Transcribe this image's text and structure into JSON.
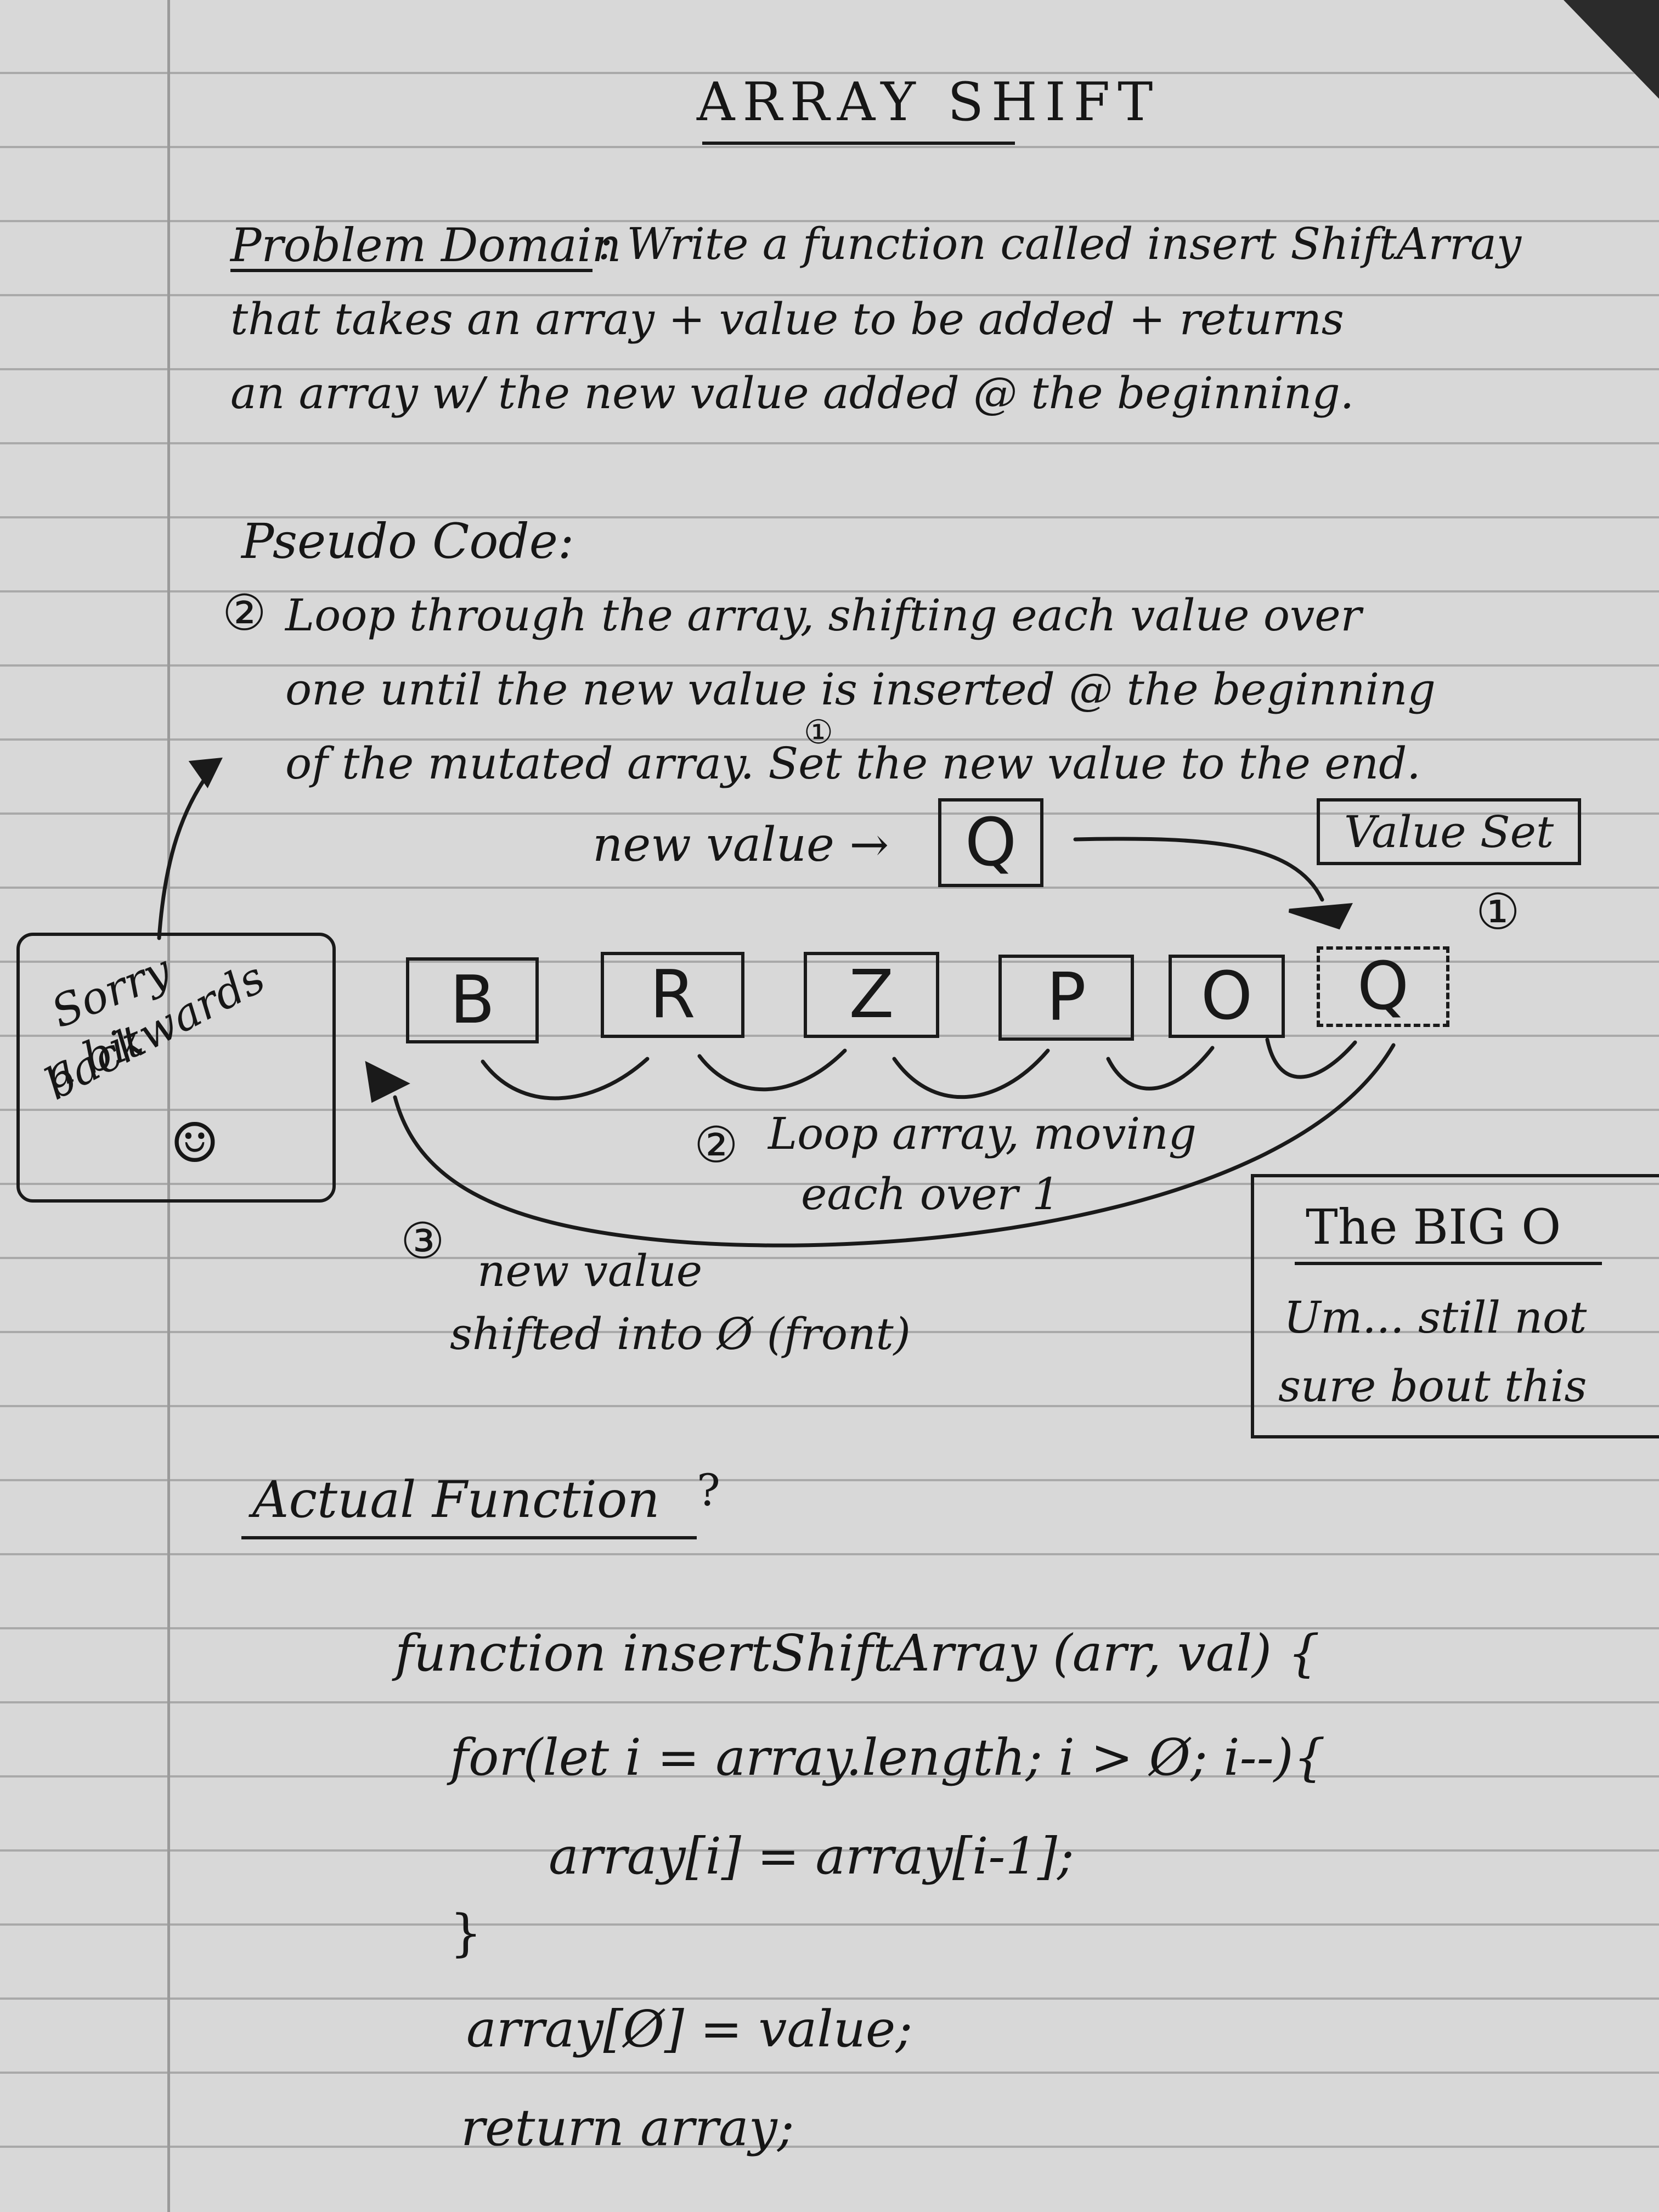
{
  "title": "ARRAY SHIFT",
  "problem": {
    "label": "Problem Domain",
    "lines": [
      ": Write a function called insert ShiftArray",
      "that takes an array + value to be added + returns",
      "an array w/ the new value added @ the beginning."
    ]
  },
  "pseudo": {
    "label": "Pseudo Code:",
    "step2_marker": "②",
    "lines": [
      "Loop through the array, shifting each value over",
      "one until the new value is inserted @ the beginning",
      "of the mutated array. Set the new value to the end."
    ],
    "step1_marker": "①"
  },
  "diagram": {
    "new_value_label": "new value →",
    "new_value": "Q",
    "value_set_label": "Value Set",
    "value_set_marker": "①",
    "cells": [
      "B",
      "R",
      "Z",
      "P",
      "O",
      "Q"
    ],
    "loop_note_marker": "②",
    "loop_note_lines": [
      "Loop array, moving",
      "each over 1"
    ],
    "shift_note_marker": "③",
    "shift_note_lines": [
      "new value",
      "shifted into Ø (front)"
    ],
    "side_note_lines": [
      "Sorry",
      "a bit",
      "backwards"
    ],
    "smiley": "☺"
  },
  "big_o": {
    "title": "The BIG O",
    "lines": [
      "Um... still not",
      "sure bout this"
    ]
  },
  "actual": {
    "label": "Actual Function",
    "suffix": "?"
  },
  "code_lines": [
    "function insertShiftArray (arr, val) {",
    "for(let i = array.length; i > Ø; i--){",
    "array[i] = array[i-1];",
    "}",
    "array[Ø] = value;",
    "return array;"
  ]
}
